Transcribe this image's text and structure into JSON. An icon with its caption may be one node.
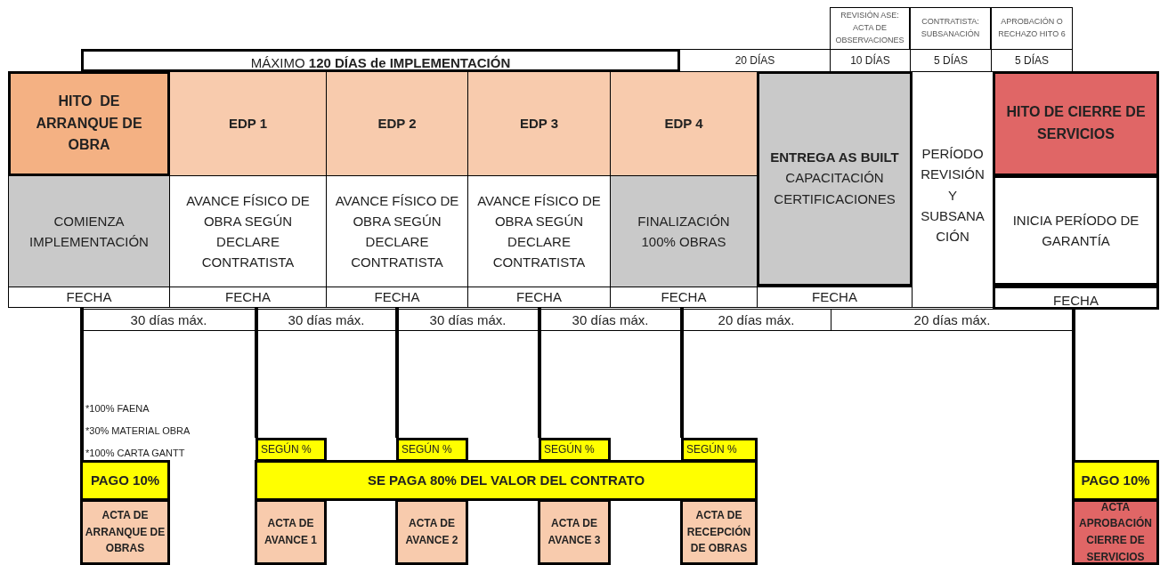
{
  "diagram": {
    "nodes": [
      {
        "text": [
          "REVISIÓN ASE: ACTA DE OBSERVACIONES"
        ]
      },
      {
        "text": [
          "CONTRATISTA: SUBSANACIÓN"
        ]
      },
      {
        "text": [
          "APROBACIÓN O RECHAZO HITO 6"
        ]
      },
      {
        "text": [
          "MÁXIMO **120 DÍAS de IMPLEMENTACIÓN**"
        ]
      },
      {
        "text": [
          "20 DÍAS"
        ]
      },
      {
        "text": [
          "10 DÍAS"
        ]
      },
      {
        "text": [
          "5 DÍAS"
        ]
      },
      {
        "text": [
          "5 DÍAS"
        ]
      },
      {
        "text": [
          "HITO  DE ARRANQUE DE OBRA"
        ]
      },
      {
        "text": [
          "EDP 1"
        ]
      },
      {
        "text": [
          "EDP 2"
        ]
      },
      {
        "text": [
          "EDP 3"
        ]
      },
      {
        "text": [
          "EDP 4"
        ]
      },
      {
        "text": [
          "ENTREGA AS BUILT",
          "CAPACITACIÓN CERTIFICACIONES"
        ]
      },
      {
        "text": [
          "PERÍODO REVISIÓN Y SUBSANA CIÓN"
        ]
      },
      {
        "text": [
          "HITO DE CIERRE DE SERVICIOS"
        ]
      },
      {
        "text": [
          "COMIENZA IMPLEMENTACIÓN"
        ]
      },
      {
        "text": [
          "AVANCE FÍSICO DE OBRA SEGÚN DECLARE CONTRATISTA"
        ]
      },
      {
        "text": [
          "AVANCE FÍSICO DE OBRA SEGÚN DECLARE CONTRATISTA"
        ]
      },
      {
        "text": [
          "AVANCE FÍSICO DE OBRA SEGÚN DECLARE CONTRATISTA"
        ]
      },
      {
        "text": [
          "FINALIZACIÓN 100% OBRAS"
        ]
      },
      {
        "text": [
          "INICIA PERÍODO DE GARANTÍA"
        ]
      },
      {
        "text": [
          "FECHA"
        ]
      },
      {
        "text": [
          "FECHA"
        ]
      },
      {
        "text": [
          "FECHA"
        ]
      },
      {
        "text": [
          "FECHA"
        ]
      },
      {
        "text": [
          "FECHA"
        ]
      },
      {
        "text": [
          "FECHA"
        ]
      },
      {
        "text": [
          "FECHA"
        ]
      },
      {
        "text": [
          "30 días máx."
        ]
      },
      {
        "text": [
          "30 días máx."
        ]
      },
      {
        "text": [
          "30 días máx."
        ]
      },
      {
        "text": [
          "30 días máx."
        ]
      },
      {
        "text": [
          "20 días máx."
        ]
      },
      {
        "text": [
          "20 días máx."
        ]
      },
      {
        "text": [
          "SEGÚN %"
        ]
      },
      {
        "text": [
          "SEGÚN %"
        ]
      },
      {
        "text": [
          "SEGÚN %"
        ]
      },
      {
        "text": [
          "SEGÚN %"
        ]
      },
      {
        "text": [
          "PAGO 10%"
        ]
      },
      {
        "text": [
          "SE PAGA 80% DEL VALOR DEL CONTRATO"
        ]
      },
      {
        "text": [
          "PAGO 10%"
        ]
      },
      {
        "text": [
          "ACTA DE ARRANQUE DE OBRAS"
        ]
      },
      {
        "text": [
          "ACTA DE AVANCE 1"
        ]
      },
      {
        "text": [
          "ACTA DE AVANCE 2"
        ]
      },
      {
        "text": [
          "ACTA DE AVANCE 3"
        ]
      },
      {
        "text": [
          "ACTA DE RECEPCIÓN DE OBRAS"
        ]
      },
      {
        "text": [
          "ACTA APROBACIÓN CIERRE DE SERVICIOS"
        ]
      }
    ],
    "edges": [
      {
        "from": 22,
        "to": 39,
        "arrow": "none"
      },
      {
        "from": 23,
        "to": 35,
        "arrow": "none"
      },
      {
        "from": 24,
        "to": 36,
        "arrow": "none"
      },
      {
        "from": 25,
        "to": 37,
        "arrow": "none"
      },
      {
        "from": 26,
        "to": 38,
        "arrow": "none"
      },
      {
        "from": 28,
        "to": 41,
        "arrow": "none"
      }
    ],
    "labels": [
      "*100% FAENA",
      "*30% MATERIAL OBRA",
      "*100% CARTA GANTT"
    ]
  }
}
